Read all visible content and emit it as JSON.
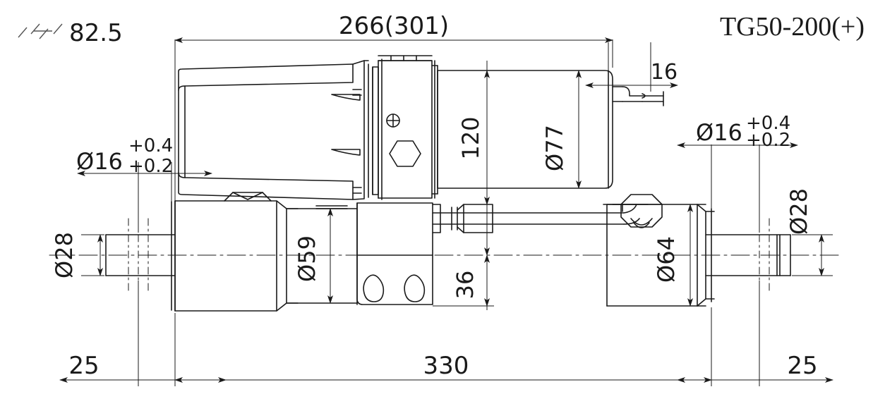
{
  "drawing": {
    "title": "TG50-200(+)",
    "type": "mechanical-assembly-dimensioned-drawing",
    "units": "mm",
    "line_color": "#1a1a1a",
    "background_color": "#ffffff"
  },
  "annotations": {
    "surface_finish_symbol": "surface-roughness-symbol",
    "surface_finish_value": "82.5"
  },
  "dimensions": {
    "top_overall": "266(301)",
    "top_right_small": "16",
    "left_bore": {
      "nominal": "Ø16",
      "upper_tol": "+0.4",
      "lower_tol": "+0.2"
    },
    "right_bore": {
      "nominal": "Ø16",
      "upper_tol": "+0.4",
      "lower_tol": "+0.2"
    },
    "left_rod_dia": "Ø28",
    "right_rod_dia": "Ø28",
    "body_height": "120",
    "motor_dia": "Ø77",
    "front_flange_dia": "Ø59",
    "rear_flange_dia": "Ø64",
    "centre_offset": "36",
    "bottom_left_ext": "25",
    "bottom_overall": "330",
    "bottom_right_ext": "25"
  }
}
